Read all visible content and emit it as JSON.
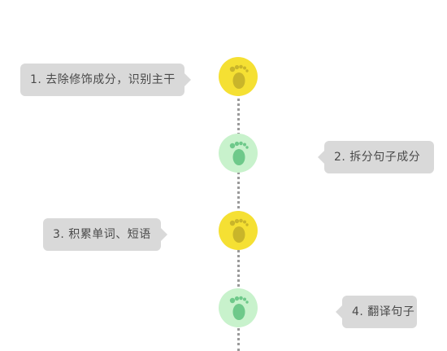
{
  "colors": {
    "yellow_node": "#f5e033",
    "yellow_foot": "#c9b52a",
    "green_node": "#c8f2cc",
    "green_foot": "#6ec98a",
    "callout_bg": "#d9d9d9",
    "line": "#9a9a9a"
  },
  "steps": [
    {
      "label": "1. 去除修饰成分，识别主干",
      "node_color": "yellow",
      "icon": "footprint-icon"
    },
    {
      "label": "2. 拆分句子成分",
      "node_color": "green",
      "icon": "footprint-icon"
    },
    {
      "label": "3. 积累单词、短语",
      "node_color": "yellow",
      "icon": "footprint-icon"
    },
    {
      "label": "4. 翻译句子",
      "node_color": "green",
      "icon": "footprint-icon"
    }
  ]
}
